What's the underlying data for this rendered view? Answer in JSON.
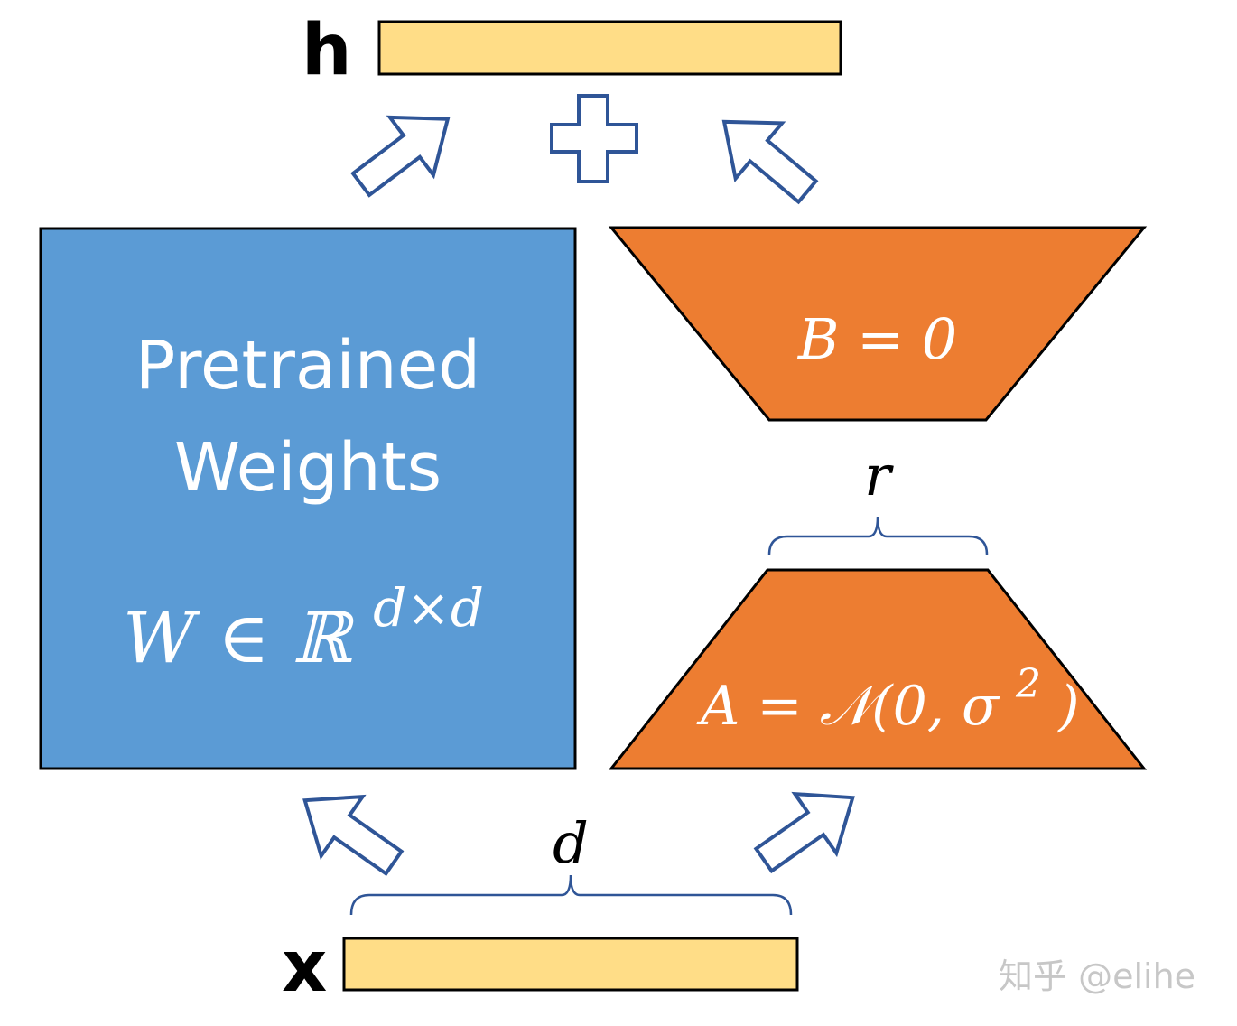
{
  "output": {
    "label": "h",
    "bar_color": "#ffdd87"
  },
  "input": {
    "label": "x",
    "bar_color": "#ffdd87"
  },
  "plus_symbol": "plus",
  "pretrained": {
    "line1": "Pretrained",
    "line2": "Weights",
    "formula_main": "W ∈ ℝ",
    "formula_sup": "d×d",
    "color": "#5b9bd5"
  },
  "lora_b": {
    "formula": "B = 0",
    "color": "#ed7d31"
  },
  "lora_a": {
    "formula_main": "A = 𝒩(0, σ",
    "formula_sup": "2",
    "formula_end": ")",
    "color": "#ed7d31"
  },
  "rank_label": "r",
  "dim_label": "d",
  "watermark": "知乎 @elihe",
  "accent_color": "#2f5597"
}
